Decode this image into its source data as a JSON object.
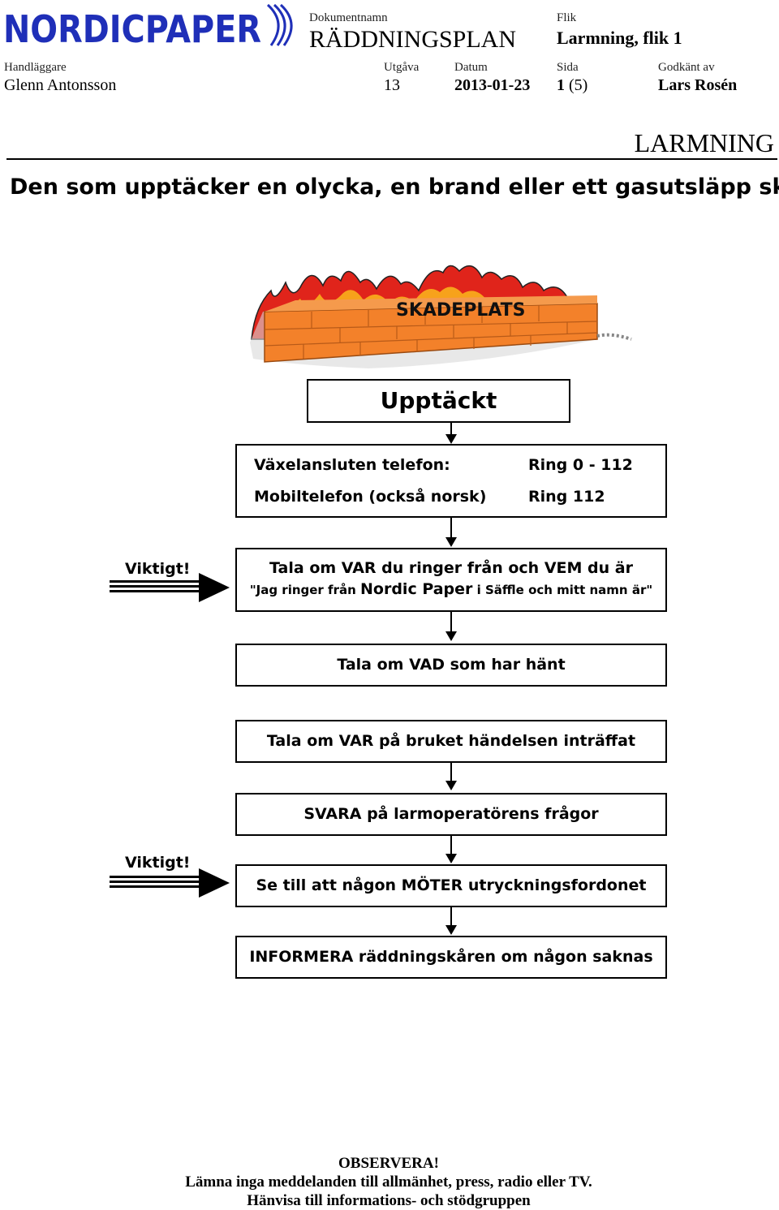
{
  "header": {
    "logo_text": "NORDICPAPER",
    "doc_name_label": "Dokumentnamn",
    "doc_name": "RÄDDNINGSPLAN",
    "tab_label": "Flik",
    "tab": "Larmning, flik 1",
    "handler_label": "Handläggare",
    "handler": "Glenn Antonsson",
    "edition_label": "Utgåva",
    "edition": "13",
    "date_label": "Datum",
    "date": "2013-01-23",
    "page_label": "Sida",
    "page": "1",
    "page_total": "(5)",
    "approved_label": "Godkänt av",
    "approved": "Lars Rosén"
  },
  "section_title": "LARMNING",
  "intro": "Den som upptäcker en olycka, en brand eller ett gasutsläpp skall",
  "illustration": {
    "label": "SKADEPLATS",
    "colors": {
      "brick": "#f3812a",
      "fire": "#e0241b",
      "flame_inner": "#f7a21b"
    }
  },
  "flow": {
    "upptackt": "Upptäckt",
    "phone_row1_label": "Växelansluten telefon:",
    "phone_row1_value": "Ring 0 - 112",
    "phone_row2_label": "Mobiltelefon (också norsk)",
    "phone_row2_value": "Ring 112",
    "important_1": "Viktigt!",
    "who_where_line1": "Tala om VAR du ringer från och VEM du är",
    "quote_part1": "\"Jag ringer från ",
    "quote_part2": "Nordic Paper",
    "quote_part3": " i Säffle och mitt namn är\"",
    "what": "Tala om VAD som har hänt",
    "where": "Tala om VAR på bruket händelsen inträffat",
    "answer": "SVARA på larmoperatörens frågor",
    "important_2": "Viktigt!",
    "meet": "Se till att någon MÖTER utryckningsfordonet",
    "inform": "INFORMERA räddningskåren om någon saknas"
  },
  "footer": {
    "line1": "OBSERVERA!",
    "line2": "Lämna inga meddelanden till allmänhet, press, radio eller TV.",
    "line3": "Hänvisa till informations- och stödgruppen"
  }
}
